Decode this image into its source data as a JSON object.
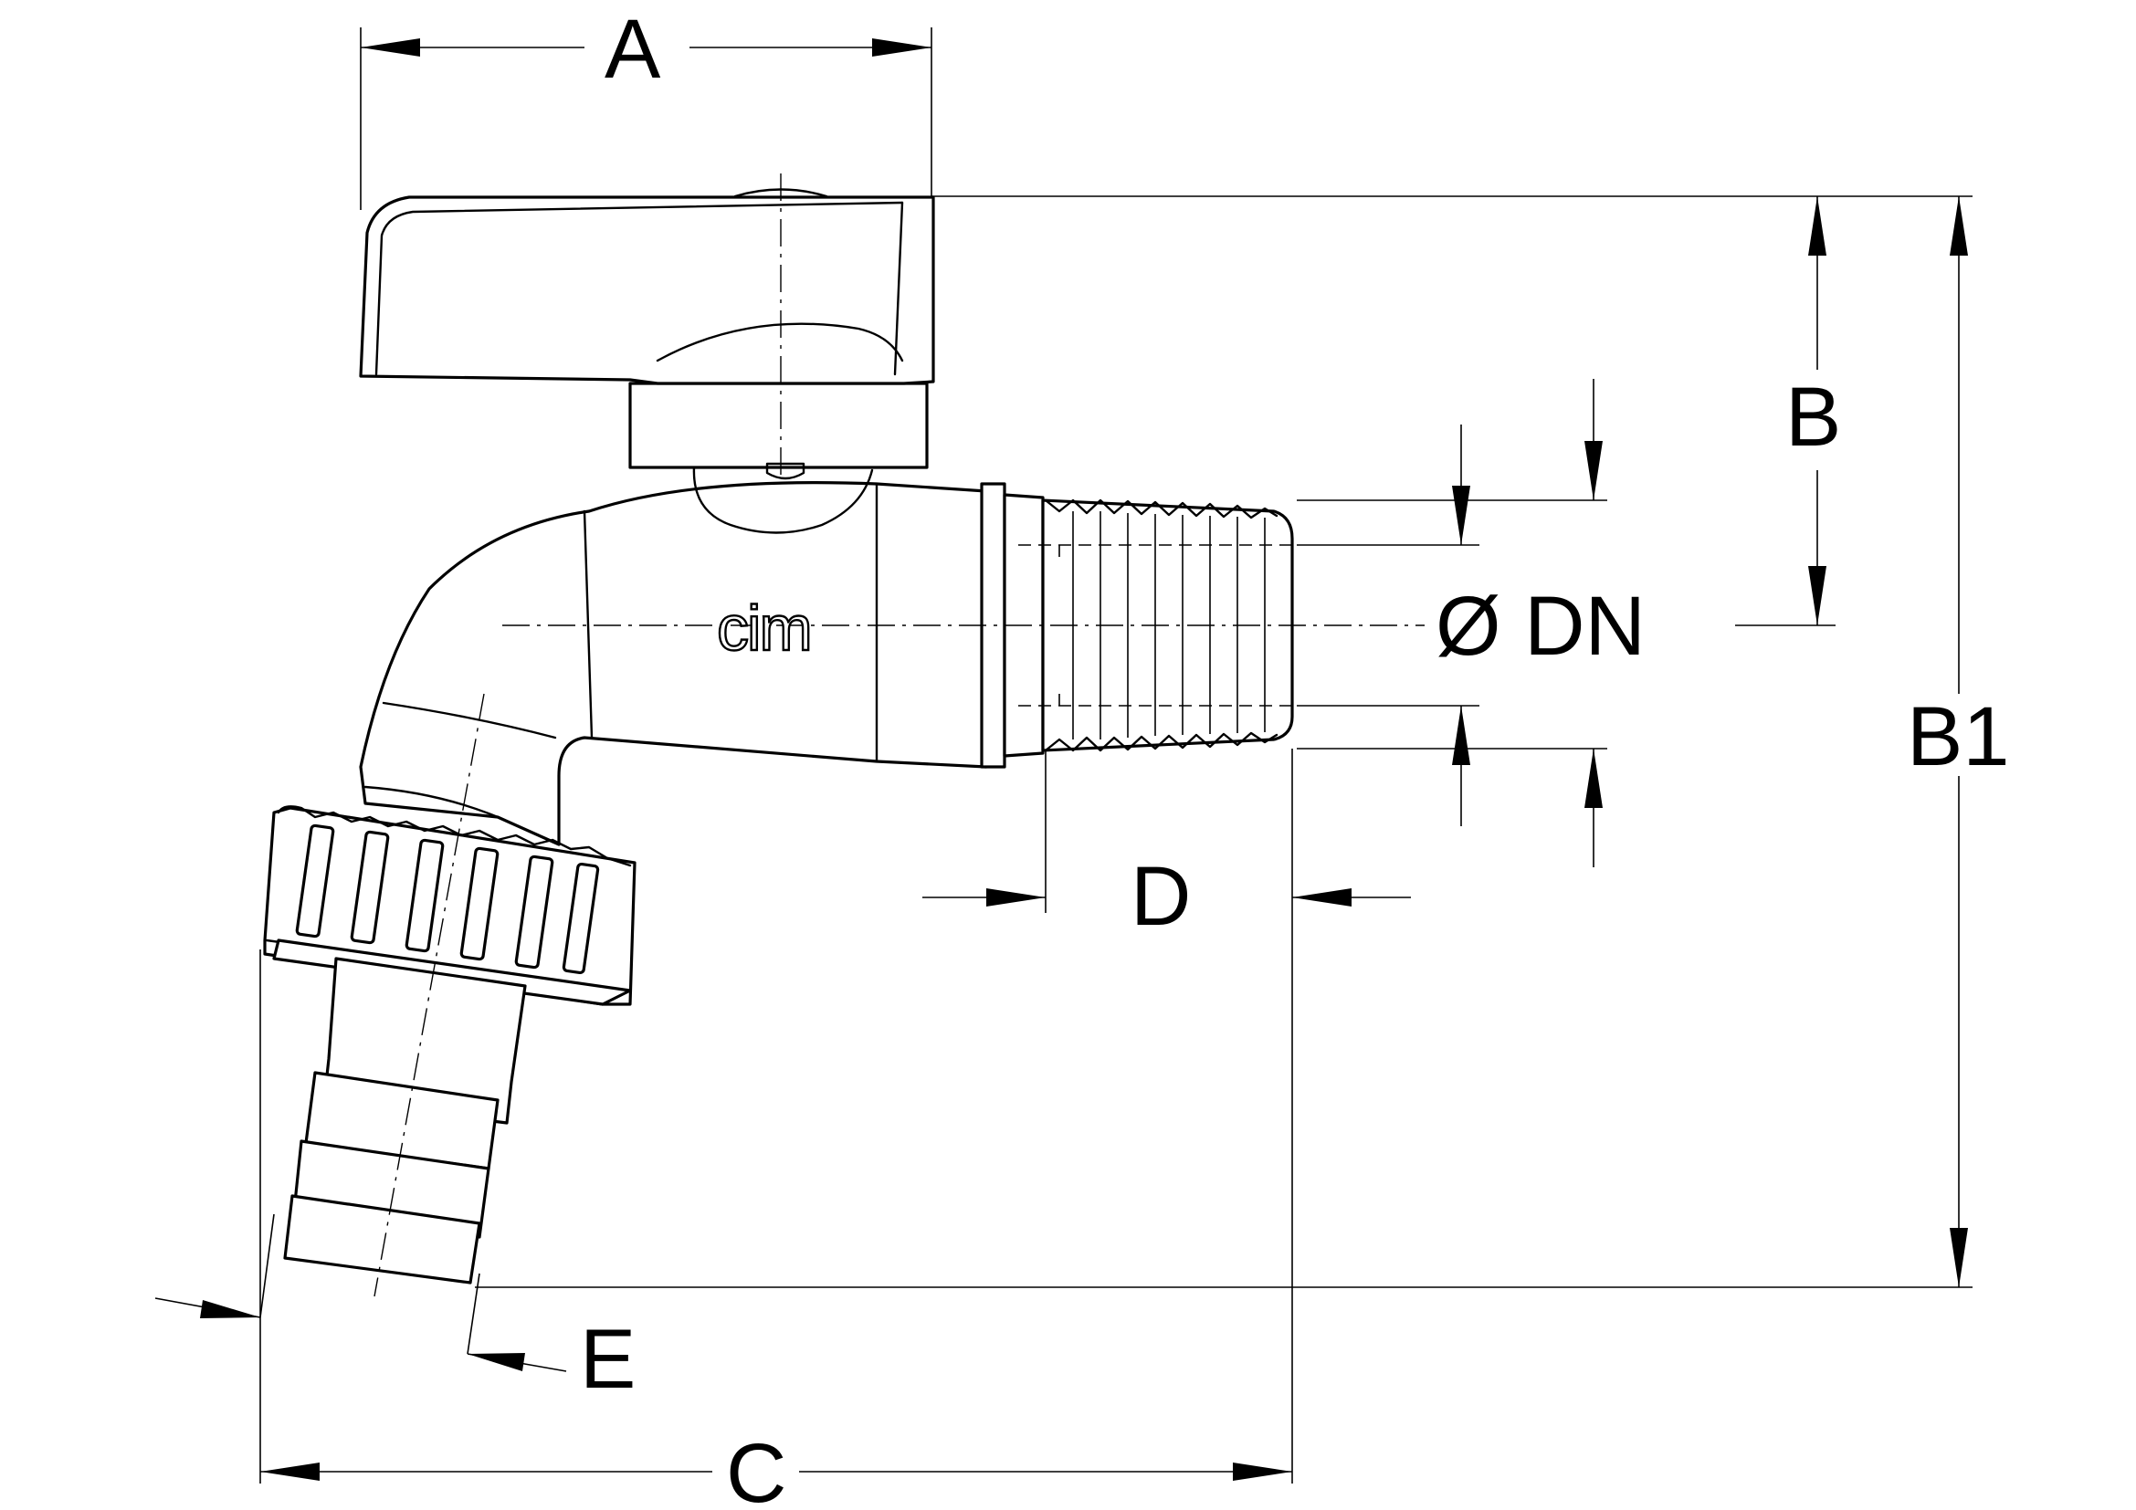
{
  "drawing": {
    "brand_logo": "cim",
    "dimension_labels": {
      "A": "A",
      "B": "B",
      "B1": "B1",
      "C": "C",
      "D": "D",
      "E": "E",
      "DN": "Ø DN"
    }
  }
}
